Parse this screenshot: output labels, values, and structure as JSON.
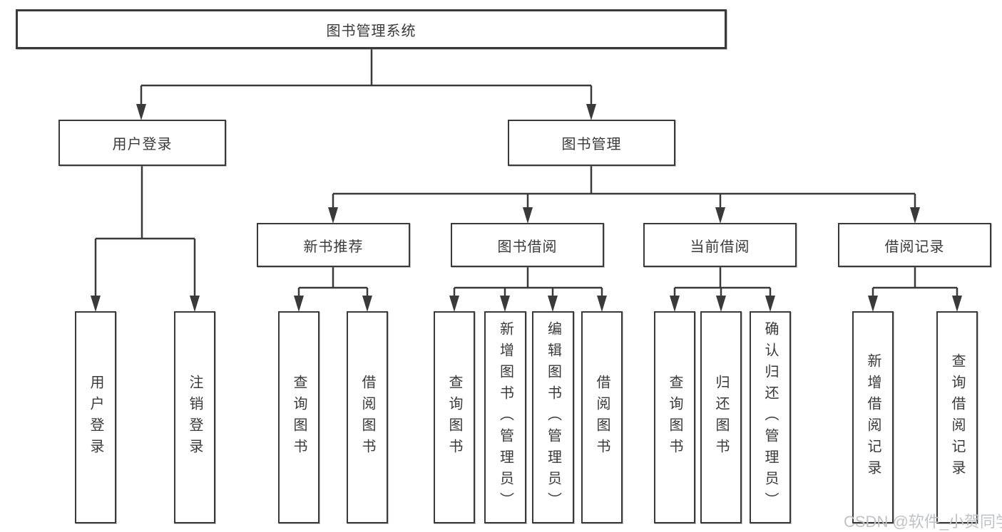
{
  "diagram": {
    "type": "hierarchy-tree",
    "root": {
      "label": "图书管理系统"
    },
    "level2": [
      {
        "label": "用户登录",
        "parent": "图书管理系统"
      },
      {
        "label": "图书管理",
        "parent": "图书管理系统"
      }
    ],
    "level3": [
      {
        "label": "新书推荐",
        "parent": "图书管理"
      },
      {
        "label": "图书借阅",
        "parent": "图书管理"
      },
      {
        "label": "当前借阅",
        "parent": "图书管理"
      },
      {
        "label": "借阅记录",
        "parent": "图书管理"
      }
    ],
    "level4": [
      {
        "label": "用户登录",
        "parent": "用户登录"
      },
      {
        "label": "注销登录",
        "parent": "用户登录"
      },
      {
        "label": "查询图书",
        "parent": "新书推荐"
      },
      {
        "label": "借阅图书",
        "parent": "新书推荐"
      },
      {
        "label": "查询图书",
        "parent": "图书借阅"
      },
      {
        "label": "新增图书（管理员）",
        "parent": "图书借阅"
      },
      {
        "label": "编辑图书（管理员）",
        "parent": "图书借阅"
      },
      {
        "label": "借阅图书",
        "parent": "图书借阅"
      },
      {
        "label": "查询图书",
        "parent": "当前借阅"
      },
      {
        "label": "归还图书",
        "parent": "当前借阅"
      },
      {
        "label": "确认归还（管理员）",
        "parent": "当前借阅"
      },
      {
        "label": "新增借阅记录",
        "parent": "借阅记录"
      },
      {
        "label": "查询借阅记录",
        "parent": "借阅记录"
      }
    ],
    "watermark": "CSDN @软件_小贺同学",
    "colors": {
      "line": "#3a3a3a",
      "box_border": "#3a3a3a",
      "text": "#3a3a3a",
      "background": "#ffffff",
      "watermark": "#bfc2c7"
    }
  }
}
